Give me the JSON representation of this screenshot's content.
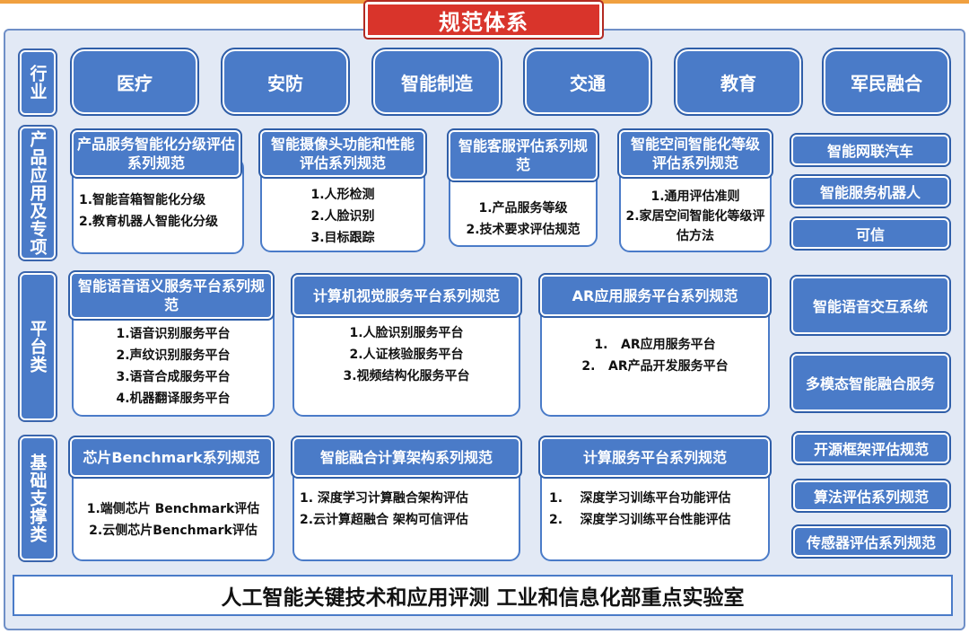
{
  "title": "规范体系",
  "rows": {
    "industry": "行业",
    "product": "产品应用及专项",
    "platform": "平台类",
    "foundation": "基础支撑类"
  },
  "industries": [
    "医疗",
    "安防",
    "智能制造",
    "交通",
    "教育",
    "军民融合"
  ],
  "product_cards": [
    {
      "title": "产品服务智能化分级评估系列规范",
      "items": [
        "1.智能音箱智能化分级",
        "2.教育机器人智能化分级"
      ]
    },
    {
      "title": "智能摄像头功能和性能评估系列规范",
      "items": [
        "1.人形检测",
        "2.人脸识别",
        "3.目标跟踪"
      ]
    },
    {
      "title": "智能客服评估系列规范",
      "items": [
        "1.产品服务等级",
        "2.技术要求评估规范"
      ]
    },
    {
      "title": "智能空间智能化等级评估系列规范",
      "items": [
        "1.通用评估准则",
        "2.家居空间智能化等级评估方法"
      ]
    }
  ],
  "product_side": [
    "智能网联汽车",
    "智能服务机器人",
    "可信"
  ],
  "platform_cards": [
    {
      "title": "智能语音语义服务平台系列规范",
      "items": [
        "1.语音识别服务平台",
        "2.声纹识别服务平台",
        "3.语音合成服务平台",
        "4.机器翻译服务平台"
      ]
    },
    {
      "title": "计算机视觉服务平台系列规范",
      "items": [
        "1.人脸识别服务平台",
        "2.人证核验服务平台",
        "3.视频结构化服务平台"
      ]
    },
    {
      "title": "AR应用服务平台系列规范",
      "items": [
        "1.   AR应用服务平台",
        "2.   AR产品开发服务平台"
      ]
    }
  ],
  "platform_side": [
    "智能语音交互系统",
    "多模态智能融合服务"
  ],
  "foundation_cards": [
    {
      "title": "芯片Benchmark系列规范",
      "items": [
        "1.端侧芯片 Benchmark评估",
        "2.云侧芯片Benchmark评估"
      ]
    },
    {
      "title": "智能融合计算架构系列规范",
      "items": [
        "1. 深度学习计算融合架构评估",
        "2.云计算超融合 架构可信评估"
      ]
    },
    {
      "title": "计算服务平台系列规范",
      "items": [
        "1.    深度学习训练平台功能评估",
        "2.    深度学习训练平台性能评估"
      ]
    }
  ],
  "foundation_side": [
    "开源框架评估规范",
    "算法评估系列规范",
    "传感器评估系列规范"
  ],
  "footer": "人工智能关键技术和应用评测 工业和信息化部重点实验室"
}
